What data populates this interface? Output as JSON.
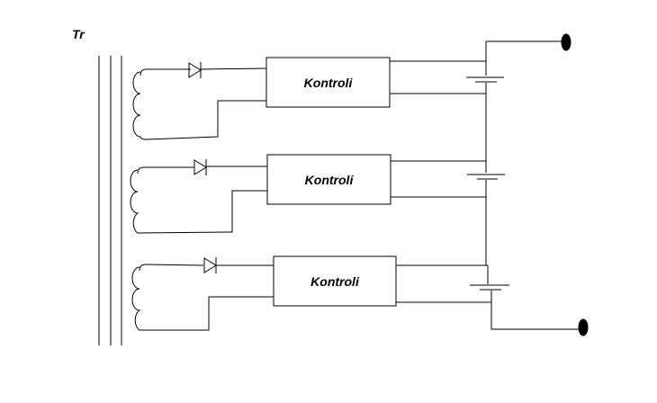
{
  "transformer_label": "Tr",
  "blocks": [
    {
      "label": "Kontroli"
    },
    {
      "label": "Kontroli"
    },
    {
      "label": "Kontroli"
    }
  ]
}
